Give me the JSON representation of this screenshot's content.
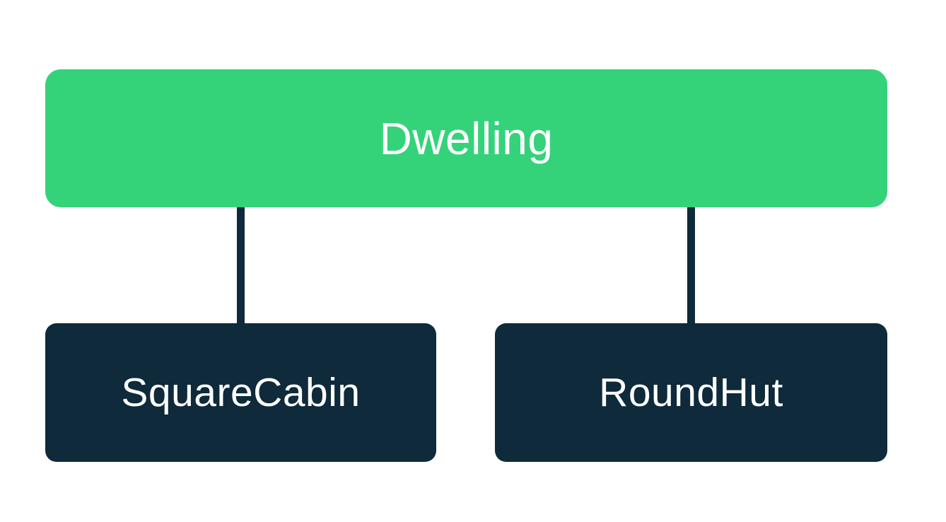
{
  "diagram": {
    "type": "inheritance-tree",
    "root": {
      "label": "Dwelling"
    },
    "children": [
      {
        "label": "SquareCabin"
      },
      {
        "label": "RoundHut"
      }
    ],
    "colors": {
      "background": "#ffffff",
      "root_bg": "#34d37a",
      "child_bg": "#0e2a3b",
      "connector": "#0e2a3b",
      "label_text": "#ffffff"
    }
  }
}
